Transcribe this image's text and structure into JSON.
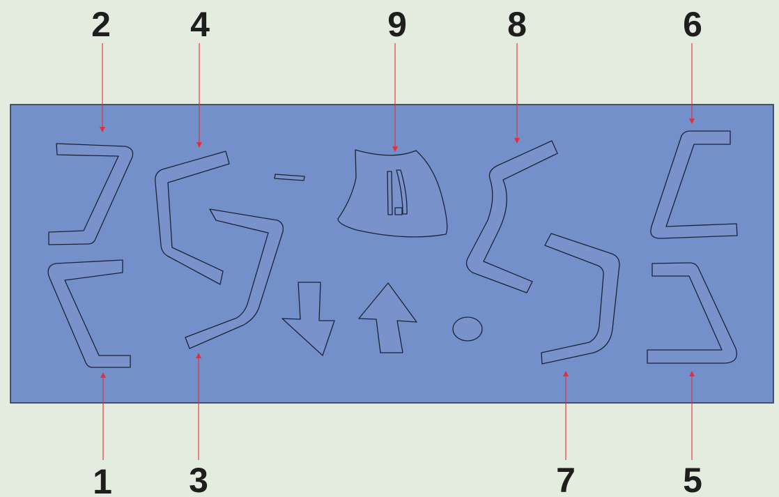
{
  "colors": {
    "background": "#e4ecdf",
    "panel": "#7490ca",
    "outline": "#1b2236",
    "leader_line": "#e0303a",
    "label_text": "#1e1e1e"
  },
  "labels": [
    {
      "id": "1",
      "text": "1"
    },
    {
      "id": "2",
      "text": "2"
    },
    {
      "id": "3",
      "text": "3"
    },
    {
      "id": "4",
      "text": "4"
    },
    {
      "id": "5",
      "text": "5"
    },
    {
      "id": "6",
      "text": "6"
    },
    {
      "id": "7",
      "text": "7"
    },
    {
      "id": "8",
      "text": "8"
    },
    {
      "id": "9",
      "text": "9"
    }
  ]
}
